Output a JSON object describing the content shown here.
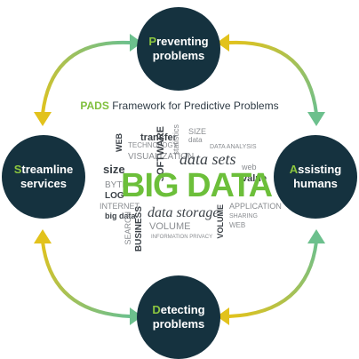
{
  "title": {
    "accent": "PADS",
    "rest": "Framework for Predictive Problems"
  },
  "nodes": {
    "top": {
      "initial": "P",
      "line1_rest": "reventing",
      "line2": "problems"
    },
    "right": {
      "initial": "A",
      "line1_rest": "ssisting",
      "line2": "humans"
    },
    "bottom": {
      "initial": "D",
      "line1_rest": "etecting",
      "line2": "problems"
    },
    "left": {
      "initial": "S",
      "line1_rest": "treamline",
      "line2": "services"
    }
  },
  "word_cloud": {
    "headline": "BIG DATA",
    "words": [
      "data sets",
      "VISUALIZATION",
      "transfer",
      "size",
      "BYTE",
      "LOG",
      "INTERNET",
      "big data",
      "SEARCH",
      "BUSINESS",
      "data storage",
      "VOLUME",
      "INFORMATION PRIVACY",
      "SOFTWARE",
      "value",
      "APPLICATION",
      "VOLUME",
      "SHARING",
      "WEB",
      "WEB",
      "TECHNOLOGY",
      "statistics",
      "data",
      "web",
      "SIZE",
      "DATA ANALYSIS"
    ]
  },
  "colors": {
    "node_fill": "#15323f",
    "accent_green": "#8cc63f",
    "arrow_yellow": "#e2c21c",
    "arrow_green": "#6cc08d",
    "headline_green": "#6cbf3a"
  }
}
